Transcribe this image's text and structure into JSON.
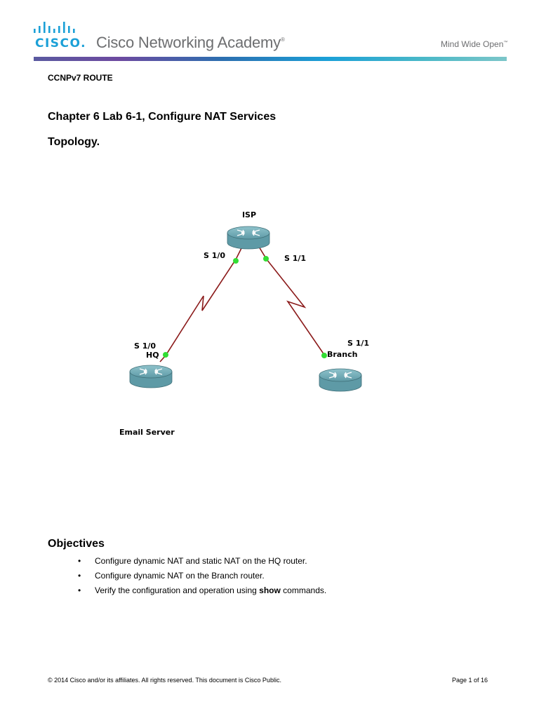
{
  "header": {
    "logo_text": "CISCO",
    "academy": "Cisco Networking Academy",
    "academy_mark": "®",
    "tagline": "Mind Wide Open",
    "tagline_mark": "™"
  },
  "document": {
    "course": "CCNPv7 ROUTE",
    "lab_title": "Chapter 6 Lab 6-1, Configure NAT Services",
    "topology_heading": "Topology."
  },
  "topology": {
    "routers": [
      {
        "name": "ISP"
      },
      {
        "name": "HQ"
      },
      {
        "name": "Branch"
      }
    ],
    "interfaces": {
      "isp_s10": "S 1/0",
      "isp_s11": "S 1/1",
      "hq_s10": "S 1/0",
      "branch_s11": "S 1/1"
    },
    "server_label": "Email Server",
    "link_color": "#8b1a1a",
    "port_color": "#33dd33",
    "router_color": "#5e9aa6"
  },
  "objectives": {
    "heading": "Objectives",
    "items": [
      {
        "before": "Configure dynamic NAT and static NAT on the HQ router.",
        "bold": "",
        "after": ""
      },
      {
        "before": "Configure dynamic NAT on the Branch router.",
        "bold": "",
        "after": ""
      },
      {
        "before": "Verify the configuration and operation using ",
        "bold": "show",
        "after": " commands."
      }
    ]
  },
  "footer": {
    "left": "© 2014 Cisco and/or its affiliates. All rights reserved. This document is Cisco Public.",
    "right": "Page 1 of 16"
  }
}
